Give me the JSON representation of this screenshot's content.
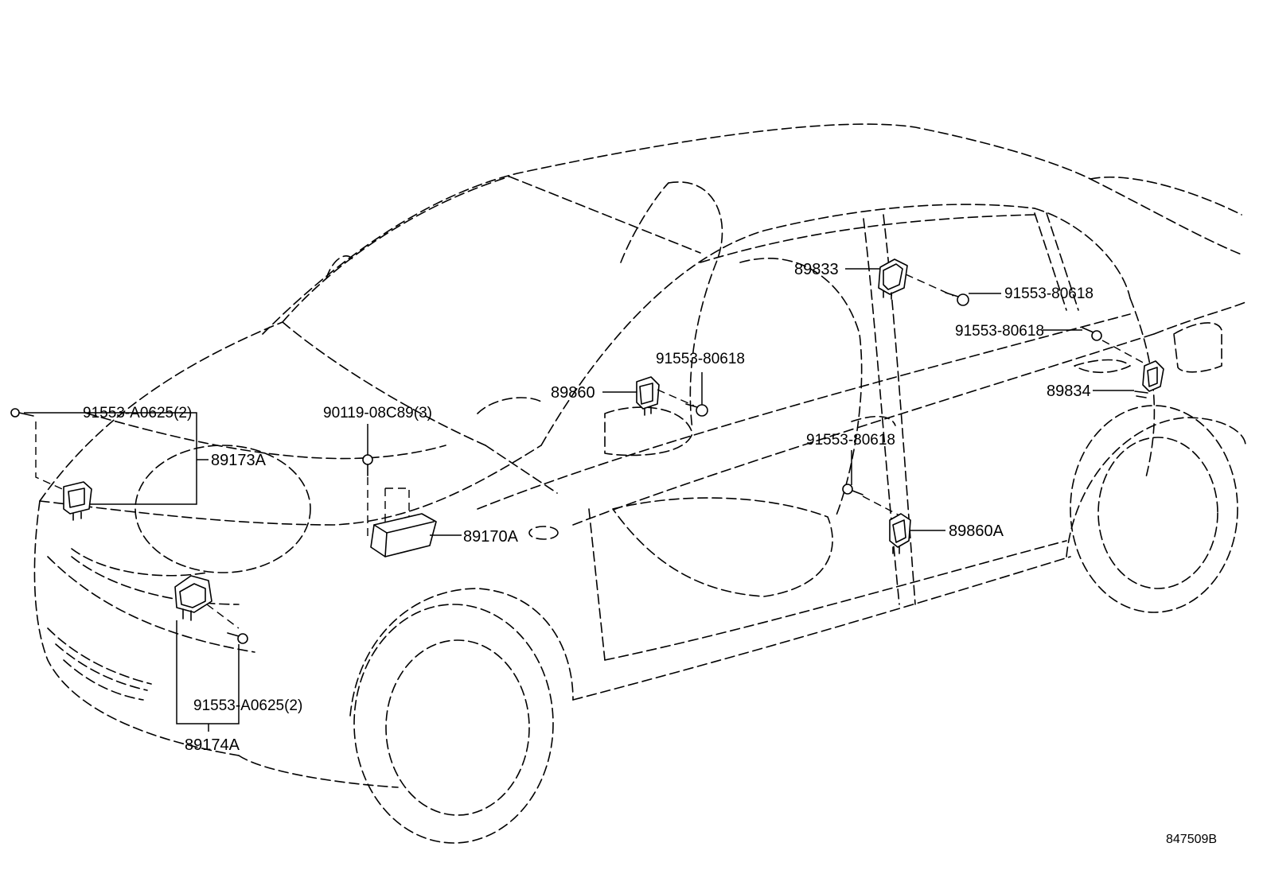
{
  "catalog_number": "847509B",
  "parts": {
    "bolt_front_left": "91553-A0625(2)",
    "sensor_front_left": "89173A",
    "screw_ecu": "90119-08C89(3)",
    "ecu": "89170A",
    "sensor_front_right": "89174A",
    "bolt_front_right": "91553-A0625(2)",
    "sensor_front_door": "89860",
    "bolt_front_door": "91553-80618",
    "sensor_b_pillar": "89833",
    "bolt_b_pillar": "91553-80618",
    "bolt_c_pillar": "91553-80618",
    "sensor_c_pillar": "89834",
    "bolt_rear_door": "91553-80618",
    "sensor_rear_door": "89860A"
  }
}
